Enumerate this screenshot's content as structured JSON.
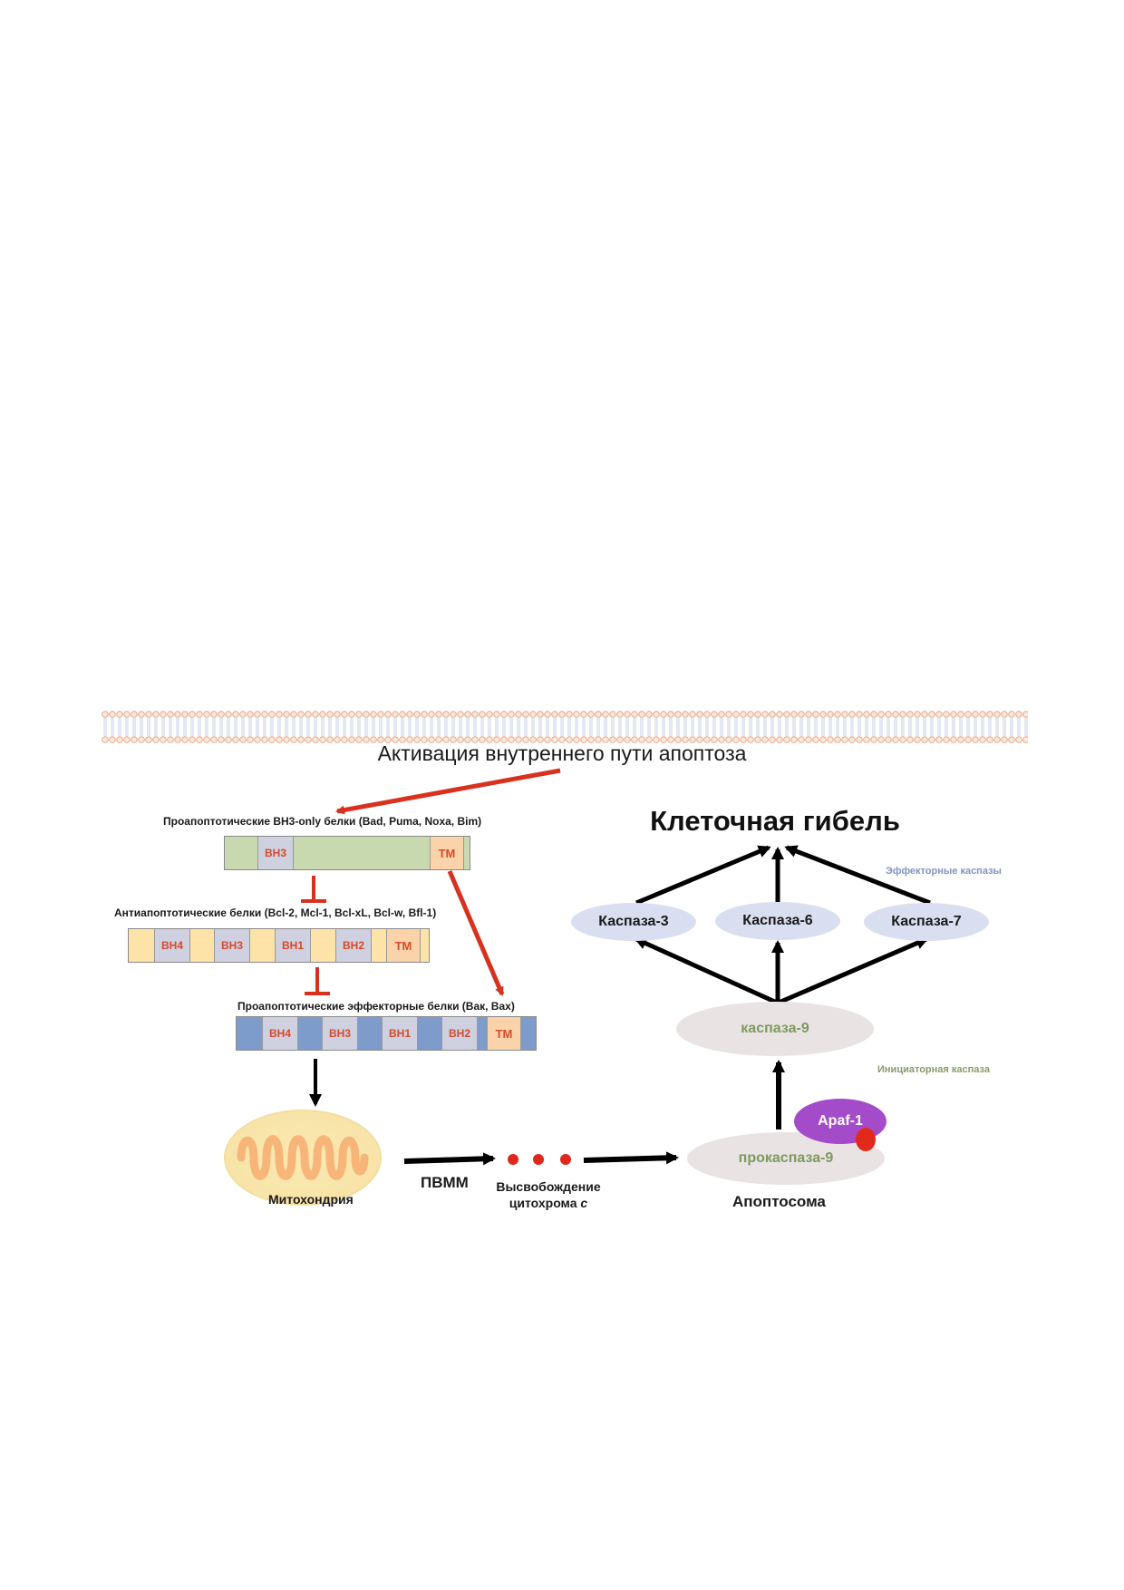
{
  "title": "Активация внутреннего пути апоптоза",
  "bh3_only": {
    "label": "Проапоптотические ВН3-only белки (Bad, Puma, Noxa, Bim)",
    "domains": [
      "ВН3",
      "ТМ"
    ]
  },
  "anti_apoptotic": {
    "label": "Антиапоптотические белки (Bcl-2, Mcl-1, Bcl-xL, Bcl-w, Bfl-1)",
    "domains": [
      "ВН4",
      "ВН3",
      "ВН1",
      "ВН2",
      "ТМ"
    ]
  },
  "effector": {
    "label": "Проапоптотические эффекторные белки (Вак, Вах)",
    "domains": [
      "ВН4",
      "ВН3",
      "ВН1",
      "ВН2",
      "ТМ"
    ]
  },
  "mitochondria_label": "Митохондрия",
  "pvmm_label": "ПВММ",
  "cytochrome_line1": "Высвобождение",
  "cytochrome_line2": "цитохрома",
  "cytochrome_italic": "с",
  "apoptosome": {
    "label": "Апоптосома",
    "procaspase": "прокаспаза-9",
    "apaf": "Apaf-1"
  },
  "caspase9": "каспаза-9",
  "initiator_label": "Инициаторная каспаза",
  "effector_label": "Эффекторные каспазы",
  "caspases": [
    "Каспаза-3",
    "Каспаза-6",
    "Каспаза-7"
  ],
  "cell_death": "Клеточная гибель",
  "colors": {
    "red": "#d9311f",
    "bh3_bar": "#c8d9b0",
    "anti_bar": "#fde3a8",
    "eff_bar": "#7d9ccc",
    "domain_box": "#cfd0e0",
    "tm_box": "#fad3aa",
    "initiator_text": "#8a9a6a",
    "effector_text": "#7f95c4"
  }
}
